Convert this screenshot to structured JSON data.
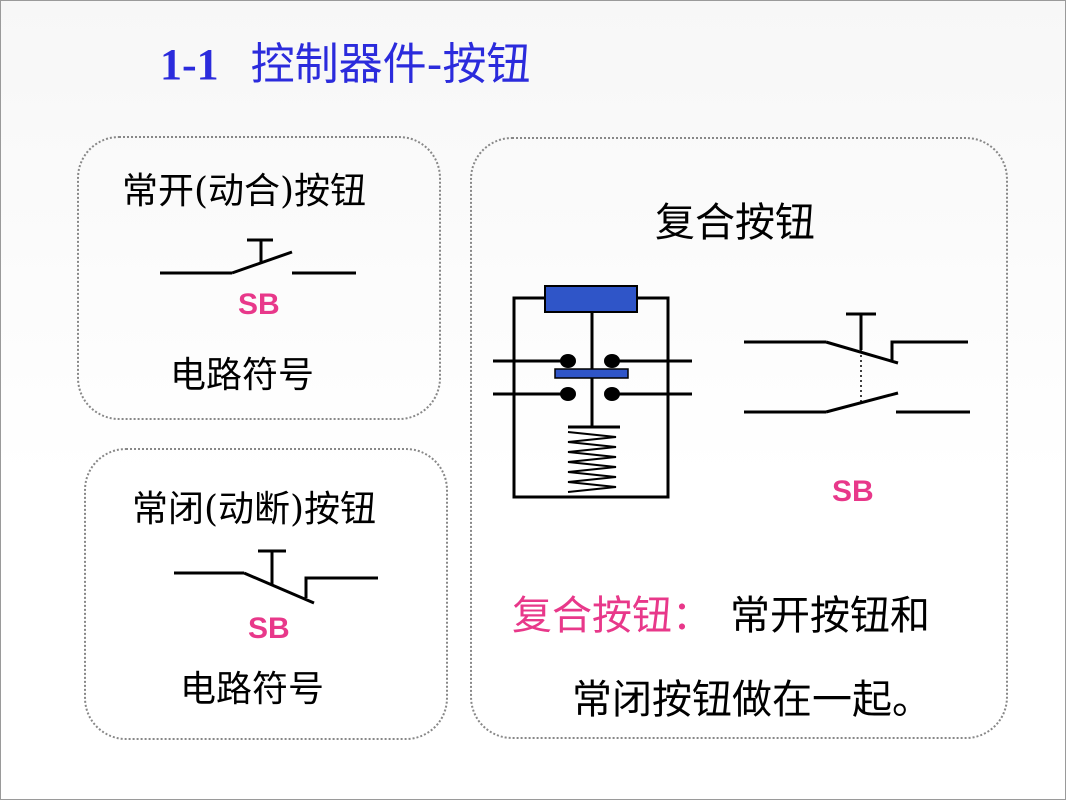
{
  "slide": {
    "number": "1-1",
    "title": "控制器件-按钮"
  },
  "no_button": {
    "heading": "常开(动合)按钮",
    "label": "SB",
    "caption": "电路符号"
  },
  "nc_button": {
    "heading": "常闭(动断)按钮",
    "label": "SB",
    "caption": "电路符号"
  },
  "compound_button": {
    "heading": "复合按钮",
    "label": "SB",
    "desc_term": "复合按钮：",
    "desc_line1": "常开按钮和",
    "desc_line2": "常闭按钮做在一起。"
  },
  "colors": {
    "title": "#2b2bdc",
    "label": "#e8388a",
    "actuator": "#2f55c8"
  }
}
